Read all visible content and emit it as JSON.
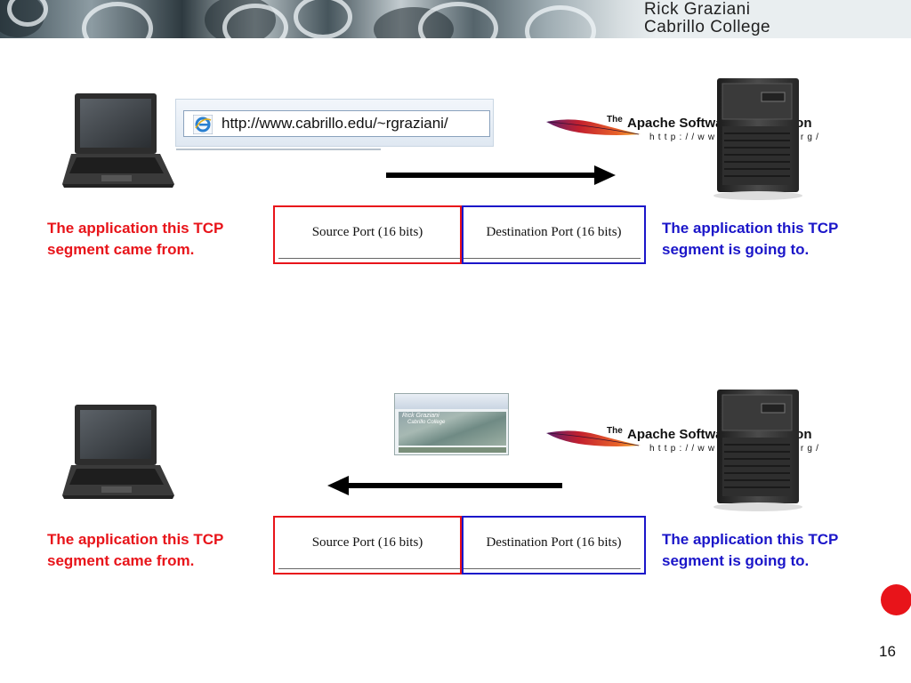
{
  "header": {
    "title_line1": "Rick Graziani",
    "title_line2": "Cabrillo College"
  },
  "browser": {
    "url": "http://www.cabrillo.edu/~rgraziani/",
    "icon": "internet-explorer-icon"
  },
  "server_logo": {
    "the": "The",
    "name": "Apache Software Foundation",
    "url": "http://www.apache.org/"
  },
  "thumbnail": {
    "line1": "Rick Graziani",
    "line2": "Cabrillo College"
  },
  "tcp_header": {
    "source_label": "Source  Port  (16 bits)",
    "destination_label": "Destination Port (16 bits)"
  },
  "captions": {
    "source": "The application this TCP segment came from.",
    "destination": "The application this TCP segment is going to."
  },
  "arrows": {
    "top_direction": "right",
    "bottom_direction": "left"
  },
  "colors": {
    "source": "#e8141a",
    "destination": "#1b16c9"
  },
  "footer": {
    "page_number": "16"
  }
}
